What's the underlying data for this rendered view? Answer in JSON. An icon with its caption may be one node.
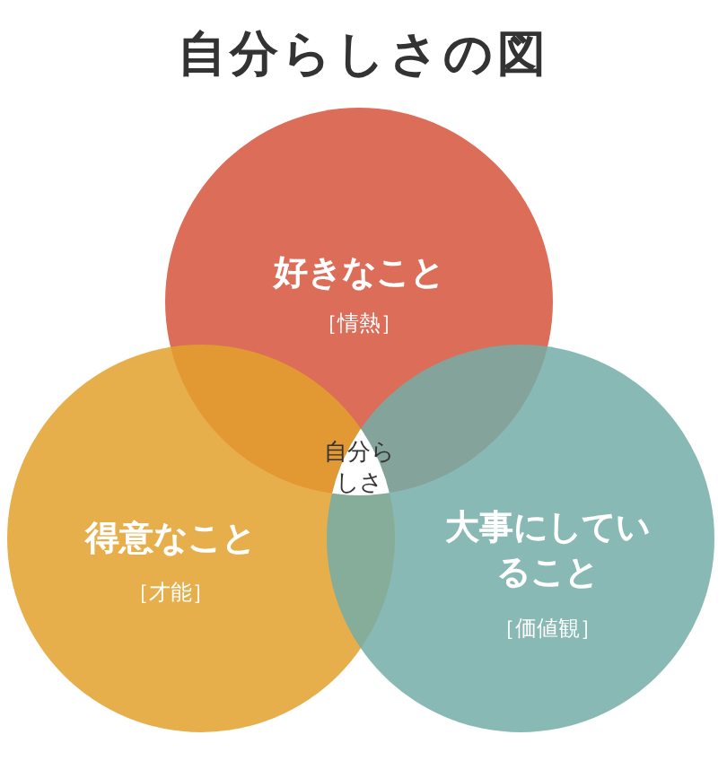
{
  "diagram": {
    "title": "自分らしさの図",
    "nodes": [
      {
        "text": [
          "好きなこと",
          "［情熱］"
        ]
      },
      {
        "text": [
          "得意なこと",
          "［才能］"
        ]
      },
      {
        "text": [
          "大事にしていること",
          "［価値観］"
        ]
      },
      {
        "text": [
          "自分らしさ"
        ]
      }
    ],
    "edges": []
  }
}
